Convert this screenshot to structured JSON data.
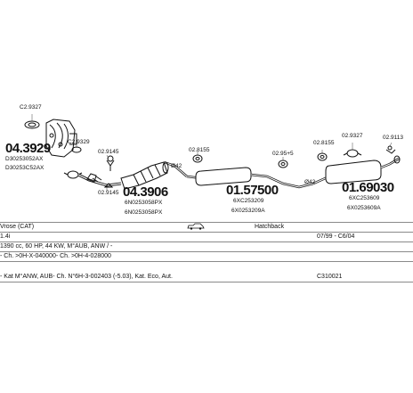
{
  "parts": {
    "manifold": {
      "number": "04.3929",
      "codes": [
        "D30253052AX",
        "D30253C52AX"
      ]
    },
    "clamp_left": {
      "number": "C2.9327"
    },
    "gasket_left": {
      "number": "C2.9329"
    },
    "bracket_a": {
      "number": "02.9145"
    },
    "bracket_b": {
      "number": "02.9145"
    },
    "catalyst": {
      "number": "04.3906",
      "codes": [
        "6N0253058PX",
        "6N0253058PX"
      ]
    },
    "diameter_1": "Ø42",
    "hanger_mid": {
      "number": "02.8155"
    },
    "middle_silencer": {
      "number": "01.57500",
      "codes": [
        "6XC253209",
        "6X0253209A"
      ]
    },
    "hanger_right": {
      "number": "02.95+5"
    },
    "diameter_2": "Ø42",
    "hanger_rear_a": {
      "number": "02.8155"
    },
    "clamp_rear": {
      "number": "02.9327"
    },
    "tail_hanger": {
      "number": "02.9113"
    },
    "rear_silencer": {
      "number": "01.69030",
      "codes": [
        "6XC253609",
        "6X0253609A"
      ]
    }
  },
  "info": {
    "rows": [
      {
        "c1": "Vrose (CAT)",
        "c2": "",
        "c3": "Hatchback",
        "c4": ""
      },
      {
        "c1": "1.4i",
        "c2": "",
        "c3": "",
        "c4": "07/99 - C6/04"
      },
      {
        "c1": "1390 cc, 60 HP, 44 KW, M°AUB, ANW / -",
        "c2": "",
        "c3": "",
        "c4": ""
      },
      {
        "c1": "- Ch. >0H-X-040000- Ch. >0H-4-028000",
        "c2": "",
        "c3": "",
        "c4": ""
      },
      {
        "c1": "- Kat M°ANW, AUB- Ch. N°6H-3-002403 (-5.03), Kat. Eco, Aut.",
        "c2": "",
        "c3": "",
        "c4": "C310021"
      }
    ]
  }
}
